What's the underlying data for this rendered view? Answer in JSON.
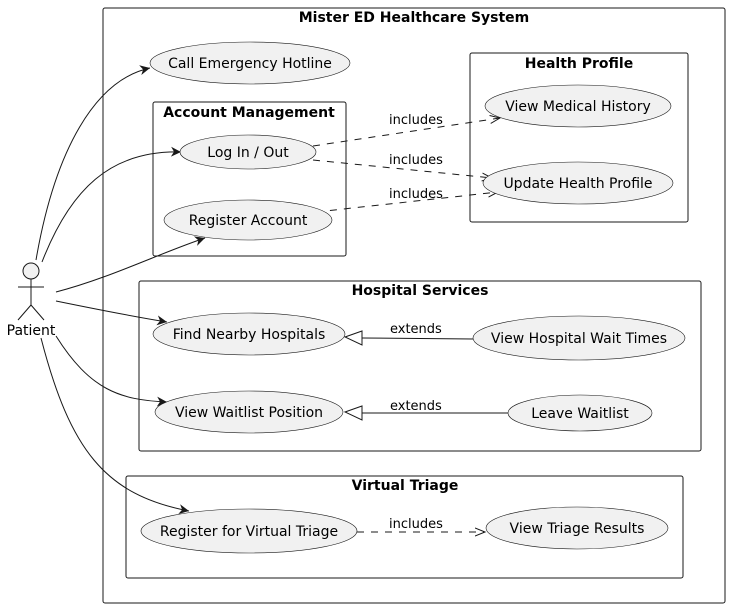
{
  "system": {
    "title": "Mister ED Healthcare System"
  },
  "actor": {
    "name": "Patient"
  },
  "packages": {
    "health_profile": {
      "title": "Health Profile"
    },
    "account_management": {
      "title": "Account Management"
    },
    "hospital_services": {
      "title": "Hospital Services"
    },
    "virtual_triage": {
      "title": "Virtual Triage"
    }
  },
  "use_cases": {
    "call_emergency": "Call Emergency Hotline",
    "view_medical_history": "View Medical History",
    "log_in_out": "Log In / Out",
    "update_health_profile": "Update Health Profile",
    "register_account": "Register Account",
    "find_nearby_hospitals": "Find Nearby Hospitals",
    "view_wait_times": "View Hospital Wait Times",
    "view_waitlist_position": "View Waitlist Position",
    "leave_waitlist": "Leave Waitlist",
    "register_virtual_triage": "Register for Virtual Triage",
    "view_triage_results": "View Triage Results"
  },
  "relations": {
    "includes": "includes",
    "extends": "extends"
  }
}
